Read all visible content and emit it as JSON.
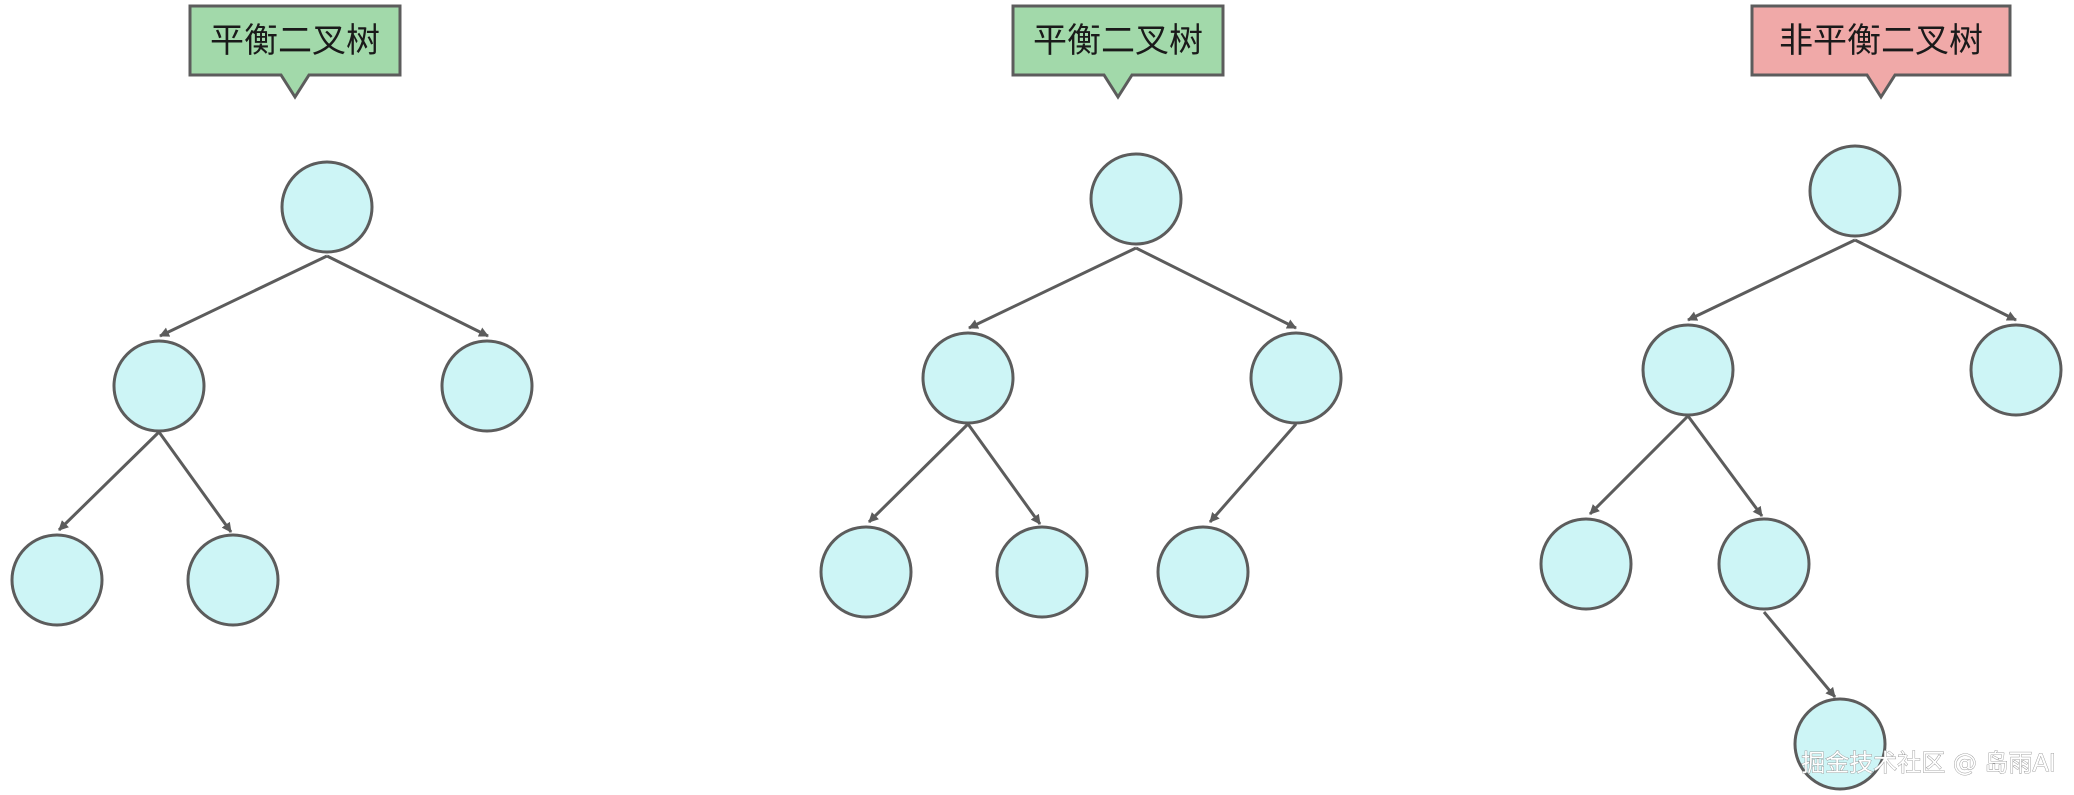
{
  "colors": {
    "balanced_fill": "#a2d9aa",
    "unbalanced_fill": "#f0a9a8",
    "node_fill": "#cdf5f6",
    "stroke": "#5c5c5c"
  },
  "trees": [
    {
      "label": "平衡二叉树",
      "balanced": true
    },
    {
      "label": "平衡二叉树",
      "balanced": true
    },
    {
      "label": "非平衡二叉树",
      "balanced": false
    }
  ],
  "watermark": {
    "text": "掘金技术社区 @ 岛雨AI"
  }
}
